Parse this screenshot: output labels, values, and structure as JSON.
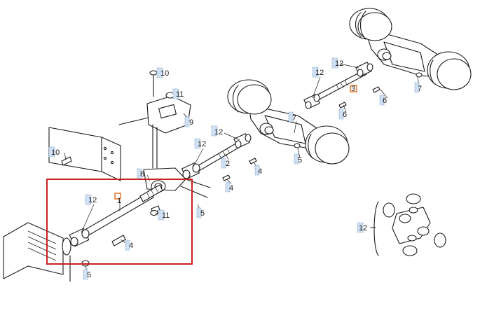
{
  "diagram": {
    "callouts": [
      {
        "id": "c-10a",
        "label": "10"
      },
      {
        "id": "c-11a",
        "label": "11"
      },
      {
        "id": "c-9",
        "label": "9"
      },
      {
        "id": "c-10b",
        "label": "10"
      },
      {
        "id": "c-8",
        "label": "8"
      },
      {
        "id": "c-12a",
        "label": "12"
      },
      {
        "id": "c-1",
        "label": "1"
      },
      {
        "id": "c-11b",
        "label": "11"
      },
      {
        "id": "c-4a",
        "label": "4"
      },
      {
        "id": "c-5a",
        "label": "5"
      },
      {
        "id": "c-5b",
        "label": "5"
      },
      {
        "id": "c-12b",
        "label": "12"
      },
      {
        "id": "c-2",
        "label": "2"
      },
      {
        "id": "c-12c",
        "label": "12"
      },
      {
        "id": "c-4b",
        "label": "4"
      },
      {
        "id": "c-4c",
        "label": "4"
      },
      {
        "id": "c-7a",
        "label": "7"
      },
      {
        "id": "c-5c",
        "label": "5"
      },
      {
        "id": "c-12d",
        "label": "12"
      },
      {
        "id": "c-3",
        "label": "3"
      },
      {
        "id": "c-6a",
        "label": "6"
      },
      {
        "id": "c-12e",
        "label": "12"
      },
      {
        "id": "c-6b",
        "label": "6"
      },
      {
        "id": "c-7b",
        "label": "7"
      },
      {
        "id": "c-12f",
        "label": "12"
      }
    ],
    "highlight_color": "#cc1f1f",
    "marker_color": "#e8742a",
    "callout_fill": "#cfe0f2"
  }
}
